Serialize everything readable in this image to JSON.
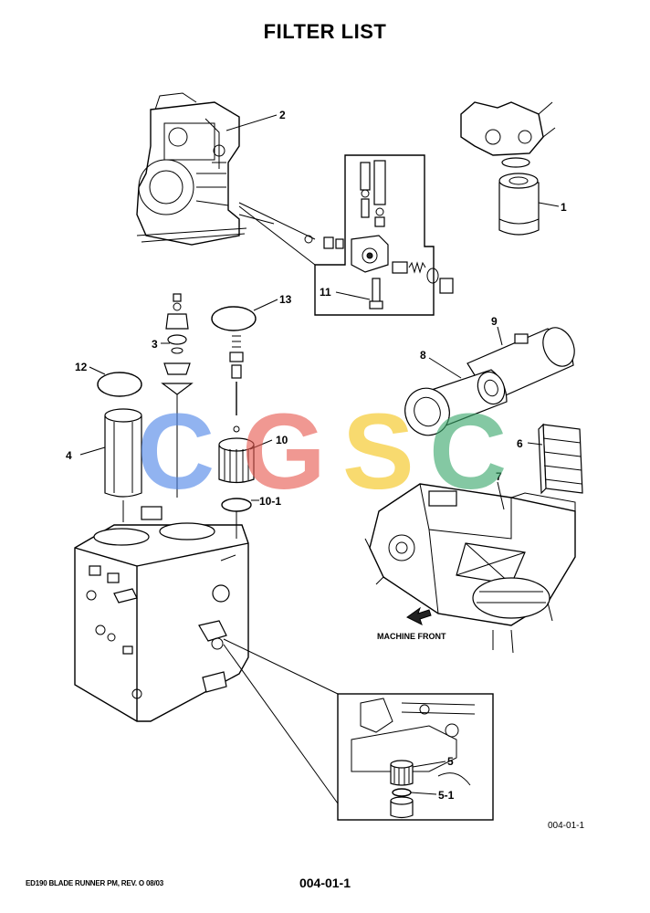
{
  "page": {
    "title": "FILTER LIST",
    "figure_ref": "004-01-1",
    "footer_left": "ED190 BLADE RUNNER PM, REV. O 08/03",
    "footer_page": "004-01-1"
  },
  "watermark": {
    "letters": [
      "C",
      "G",
      "S",
      "C"
    ],
    "colors": [
      "#4f86e8",
      "#e85a50",
      "#f5c518",
      "#3aa86b"
    ]
  },
  "callouts": {
    "c1": "1",
    "c2": "2",
    "c3": "3",
    "c4": "4",
    "c5": "5",
    "c5_1": "5-1",
    "c6": "6",
    "c7": "7",
    "c8": "8",
    "c9": "9",
    "c10": "10",
    "c10_1": "10-1",
    "c11": "11",
    "c12": "12",
    "c13": "13"
  },
  "labels": {
    "machine_front": "MACHINE FRONT"
  }
}
